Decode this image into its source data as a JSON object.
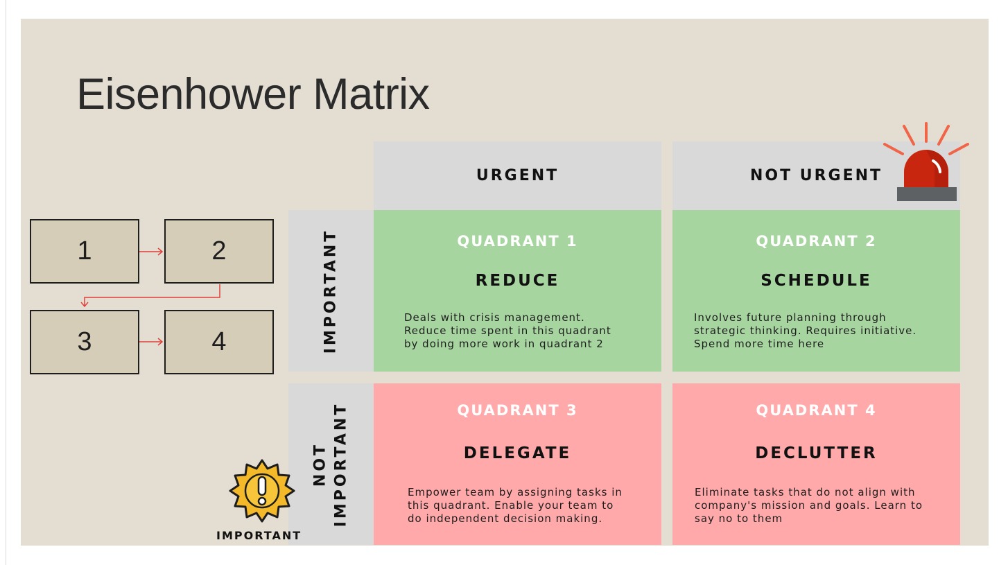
{
  "title": "Eisenhower Matrix",
  "flow": {
    "boxes": [
      "1",
      "2",
      "3",
      "4"
    ],
    "arrow_color": "#e0403a"
  },
  "matrix": {
    "col_headers": [
      "URGENT",
      "NOT URGENT"
    ],
    "row_headers": [
      {
        "line1": "IMPORTANT",
        "line2": ""
      },
      {
        "line1": "NOT",
        "line2": "IMPORTANT"
      }
    ],
    "quadrants": [
      {
        "title": "QUADRANT 1",
        "action": "REDUCE",
        "description": "Deals with crisis management.\nReduce time spent in this quadrant\nby doing more work in quadrant 2",
        "color": "#a6d5a0"
      },
      {
        "title": "QUADRANT 2",
        "action": "SCHEDULE",
        "description": "Involves future planning through\nstrategic thinking. Requires initiative.\nSpend more time here",
        "color": "#a6d5a0"
      },
      {
        "title": "QUADRANT 3",
        "action": "DELEGATE",
        "description": "Empower team by assigning tasks in\nthis quadrant. Enable your team to\ndo independent decision making.",
        "color": "#ffa9aa"
      },
      {
        "title": "QUADRANT 4",
        "action": "DECLUTTER",
        "description": "Eliminate tasks that do not align with\ncompany's mission and goals. Learn to\nsay no to them",
        "color": "#ffa9aa"
      }
    ]
  },
  "icons": {
    "siren": "siren-icon",
    "important_badge": "important-badge-icon"
  },
  "important_label": "IMPORTANT"
}
